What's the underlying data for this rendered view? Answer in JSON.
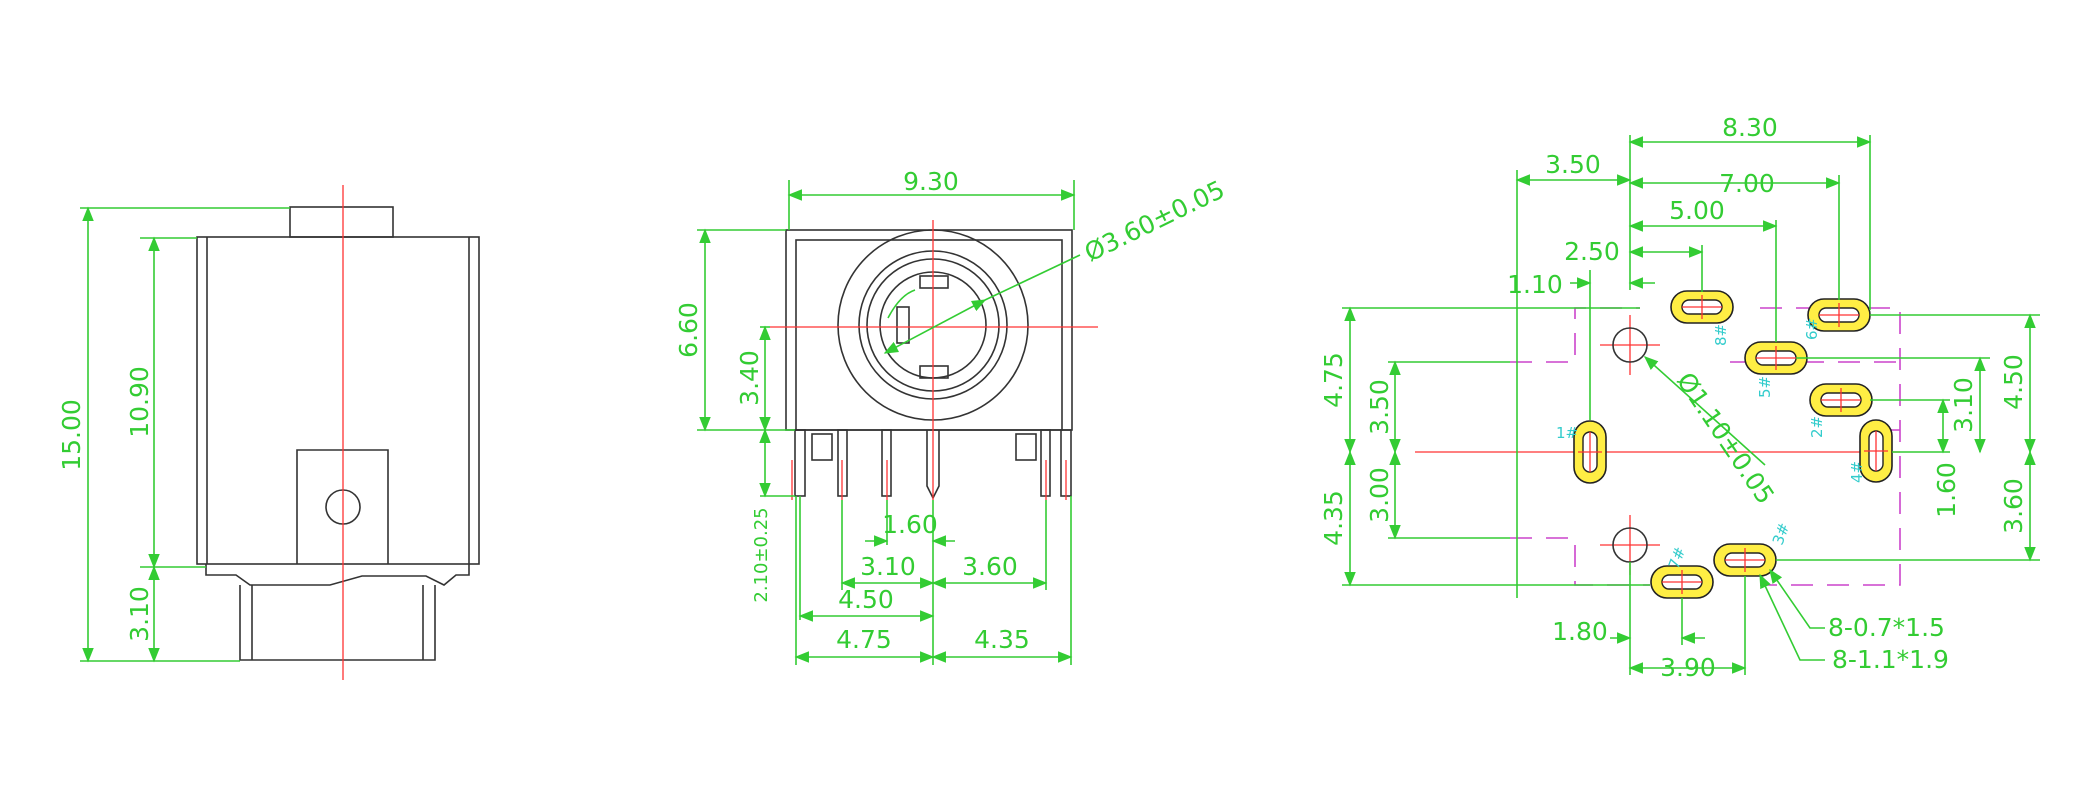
{
  "colors": {
    "dimension": "#33cc33",
    "outline": "#333333",
    "centerline": "#ff3333",
    "pcb_outline": "#cc44cc",
    "pad": "#ffee44",
    "pin_label": "#33cccc"
  },
  "side_view": {
    "overall_height": "15.00",
    "body_height": "10.90",
    "nose_height": "3.10"
  },
  "front_view": {
    "width": "9.30",
    "hole_diameter": "Ø3.60±0.05",
    "height": "6.60",
    "center_height": "3.40",
    "pin_length": "2.10±0.25",
    "dim_1_60": "1.60",
    "dim_3_10": "3.10",
    "dim_3_60": "3.60",
    "dim_4_50": "4.50",
    "dim_4_75": "4.75",
    "dim_4_35": "4.35"
  },
  "footprint": {
    "top_8_30": "8.30",
    "top_3_50": "3.50",
    "top_7_00": "7.00",
    "top_5_00": "5.00",
    "top_2_50": "2.50",
    "top_1_10": "1.10",
    "hole_diameter": "Ø1.10±0.05",
    "left_4_75": "4.75",
    "left_3_50": "3.50",
    "left_3_00": "3.00",
    "left_4_35": "4.35",
    "right_4_50": "4.50",
    "right_3_10": "3.10",
    "right_1_60": "1.60",
    "right_3_60": "3.60",
    "bottom_1_80": "1.80",
    "bottom_3_90": "3.90",
    "pad_note_1": "8-0.7*1.5",
    "pad_note_2": "8-1.1*1.9",
    "pins": [
      "1#",
      "2#",
      "3#",
      "4#",
      "5#",
      "6#",
      "7#",
      "8#"
    ]
  }
}
